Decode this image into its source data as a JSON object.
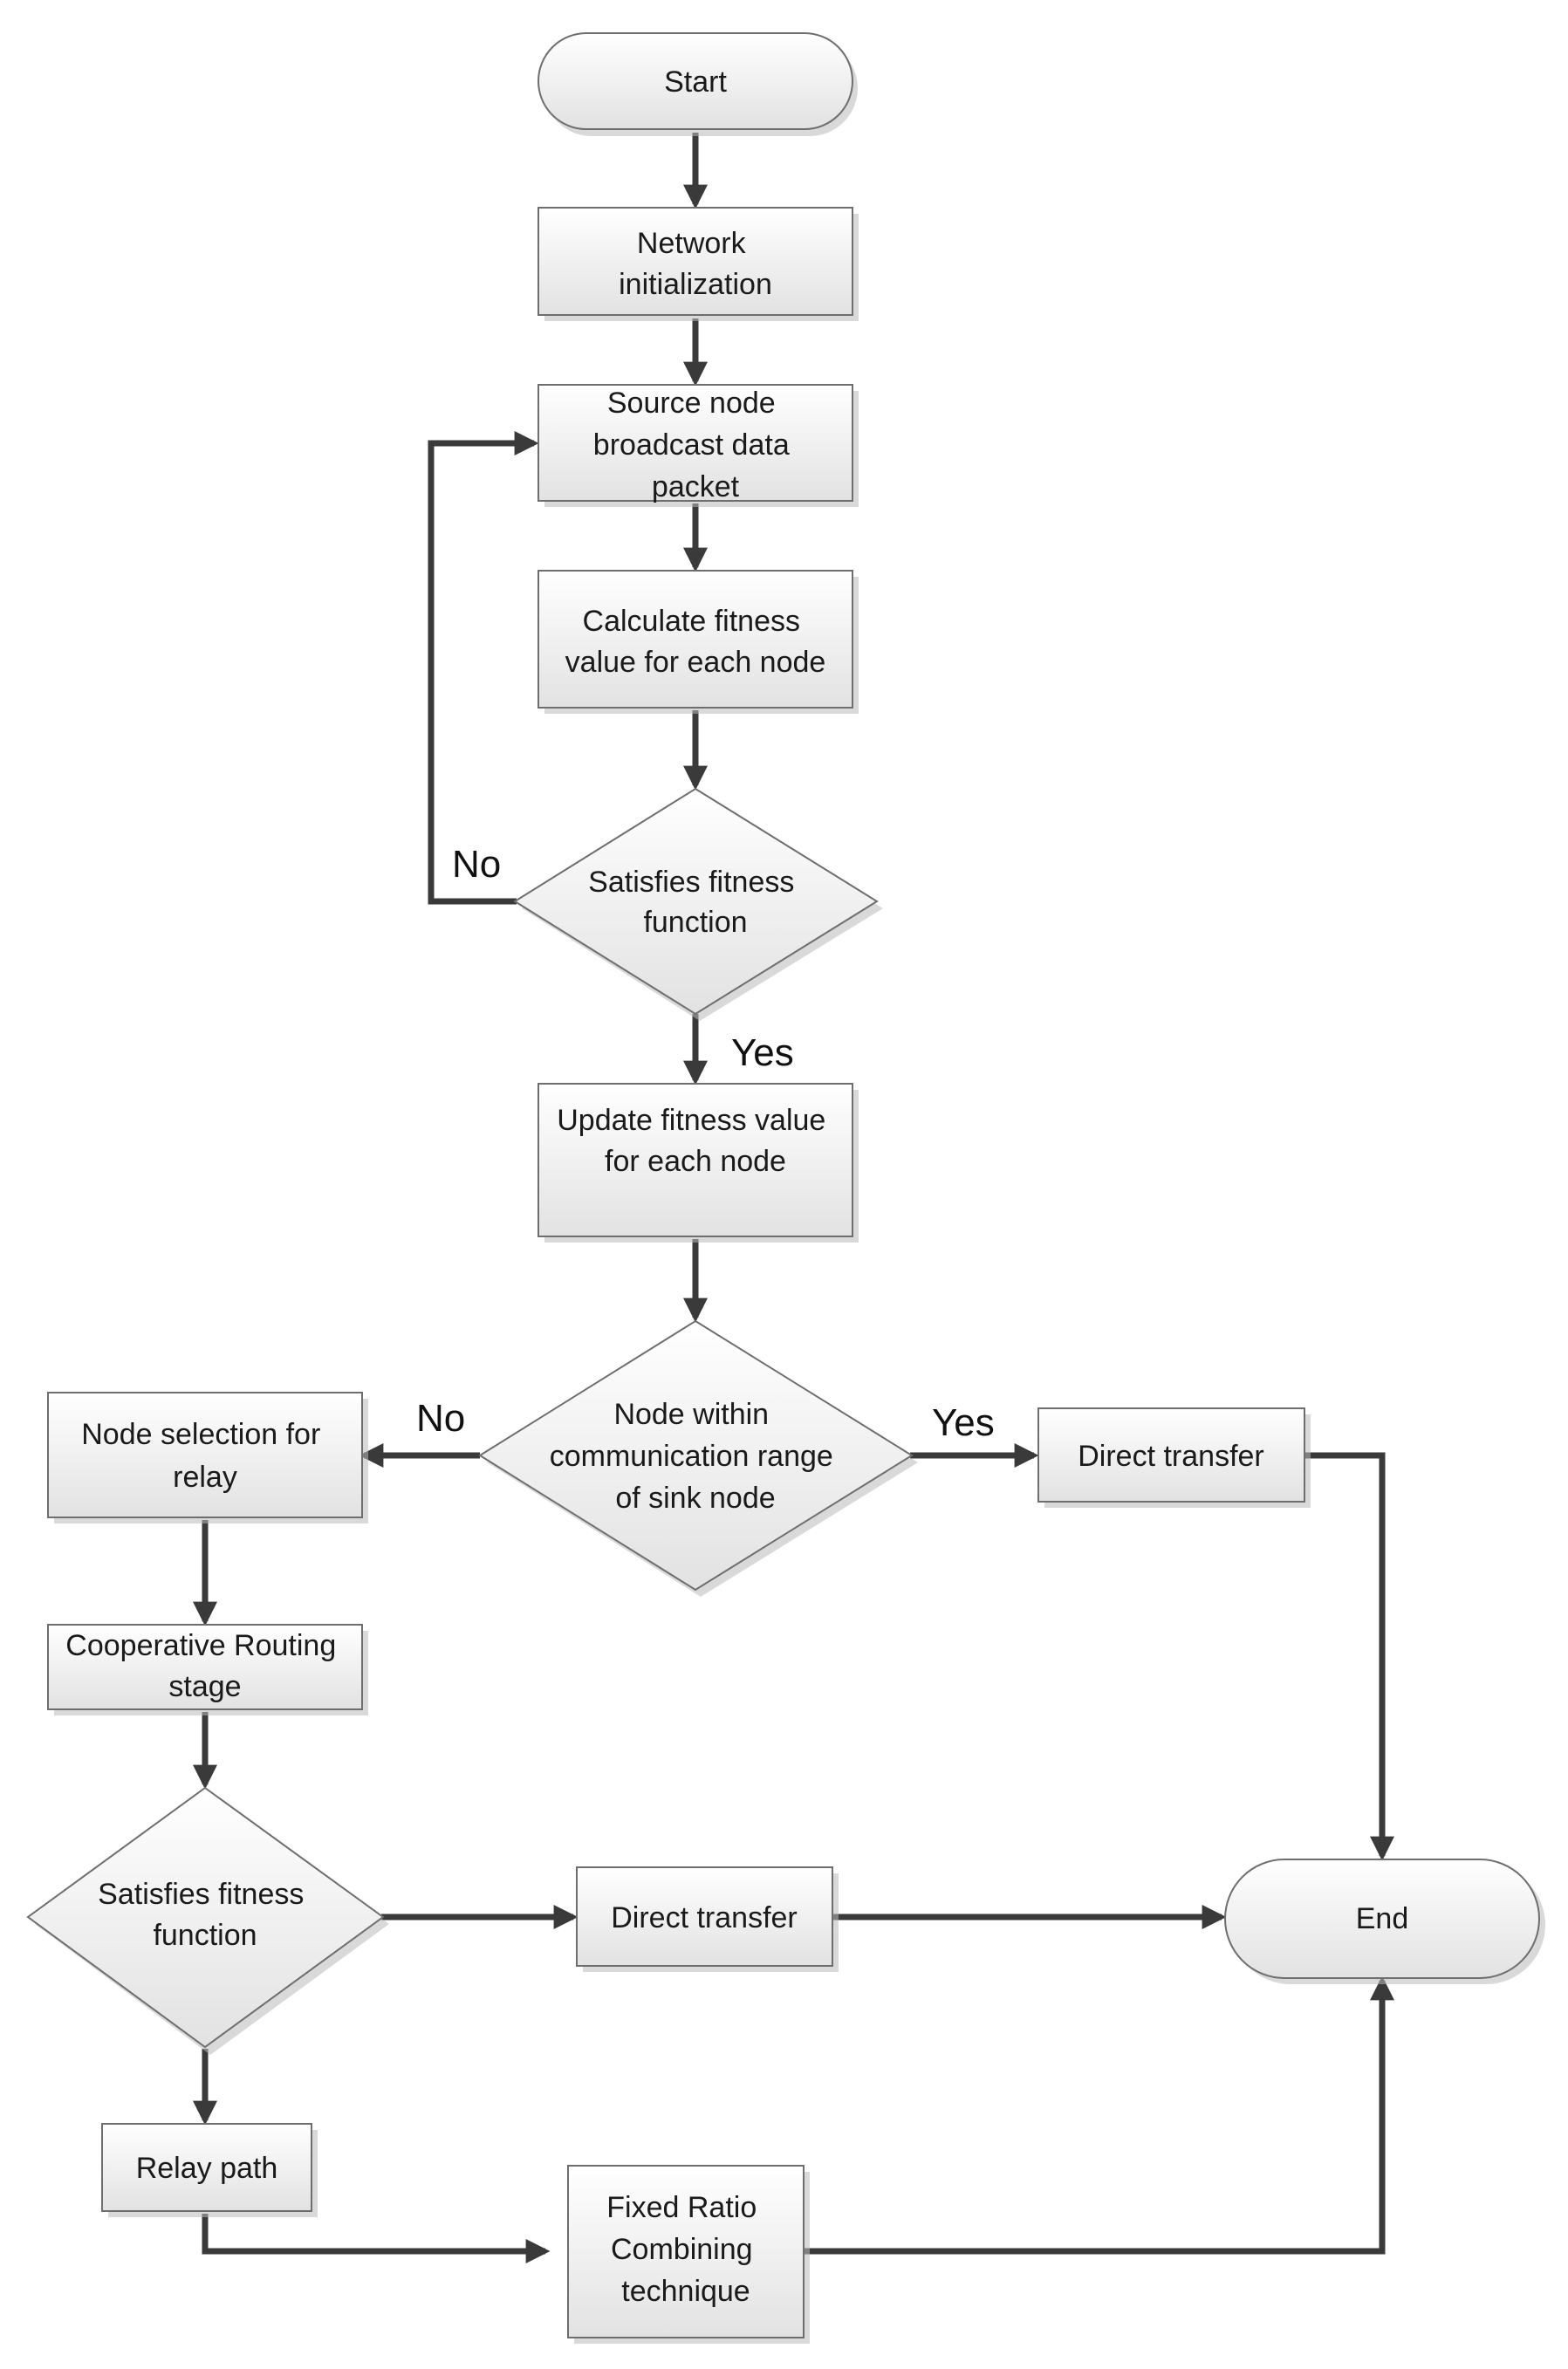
{
  "nodes": {
    "start": "Start",
    "network_init": [
      "Network",
      "initialization"
    ],
    "source_broadcast": [
      "Source node",
      "broadcast data",
      "packet"
    ],
    "calc_fitness": [
      "Calculate fitness",
      "value for each node"
    ],
    "satisfies_1": [
      "Satisfies fitness",
      "function"
    ],
    "update_fitness": [
      "Update fitness value",
      "for each node"
    ],
    "node_within_range": [
      "Node within",
      "communication range",
      "of sink node"
    ],
    "node_selection_relay": [
      "Node selection for",
      "relay"
    ],
    "direct_transfer_1": "Direct transfer",
    "cooperative_routing": [
      "Cooperative Routing",
      "stage"
    ],
    "satisfies_2": [
      "Satisfies fitness",
      "function"
    ],
    "direct_transfer_2": "Direct transfer",
    "end": "End",
    "relay_path": "Relay path",
    "fixed_ratio": [
      "Fixed Ratio",
      "Combining",
      "technique"
    ]
  },
  "edge_labels": {
    "no_1": "No",
    "yes_1": "Yes",
    "no_2": "No",
    "yes_2": "Yes"
  },
  "colors": {
    "box_fill_top": "#ffffff",
    "box_fill_bottom": "#e2e2e2",
    "box_stroke": "#6e6e6e",
    "arrow": "#3a3a3a"
  }
}
